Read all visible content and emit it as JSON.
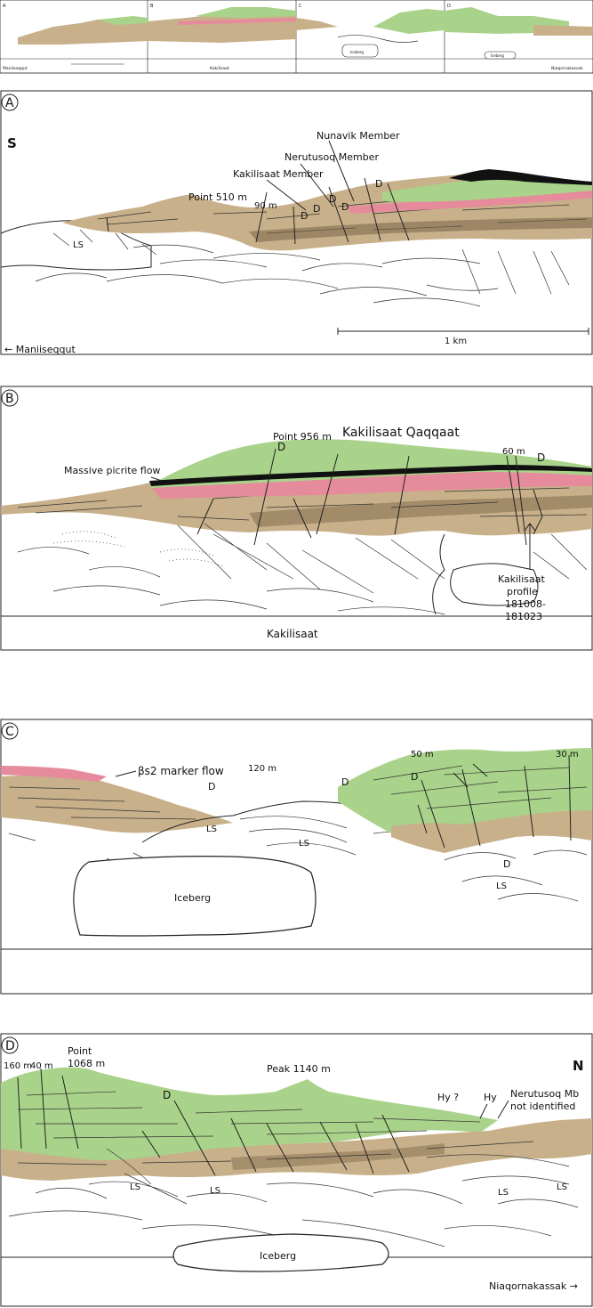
{
  "colors": {
    "sediment": "#c8b08a",
    "sediment_dark": "#a98c62",
    "pink": "#e58b9c",
    "green": "#a9d38a",
    "black": "#111111",
    "frame": "#222222"
  },
  "overview": {
    "strip_letters": [
      "A",
      "B",
      "C",
      "D"
    ],
    "left_direction": "Maniiseqqut",
    "right_direction": "Niaqornakassak",
    "mid_label_b": "Kakilisaat",
    "mid_label_c": "Iceberg",
    "mid_label_d": "Iceberg"
  },
  "panels": {
    "A": {
      "letter": "A",
      "compass": "S",
      "labels": {
        "nunavik": "Nunavik Member",
        "nerutusoq": "Nerutusoq Member",
        "kakilisaat": "Kakilisaat Member",
        "point": "Point 510 m",
        "offset": "90 m",
        "ls": "LS",
        "dyke1": "D",
        "dyke2": "D",
        "dyke3": "D",
        "dyke4": "D",
        "dyke5": "D"
      },
      "direction": "← Maniiseqqut",
      "scalebar": "1 km"
    },
    "B": {
      "letter": "B",
      "labels": {
        "title": "Kakilisaat Qaqqaat",
        "point": "Point 956 m",
        "massive": "Massive picrite flow",
        "offset": "60 m",
        "dyke1": "D",
        "dyke2": "D",
        "profile": [
          "Kakilisaat",
          "profile",
          "181008-",
          "181023"
        ]
      },
      "bottom": "Kakilisaat"
    },
    "C": {
      "letter": "C",
      "labels": {
        "marker": "βs2 marker flow",
        "offset120": "120 m",
        "offset50": "50 m",
        "offset30": "30 m",
        "ls1": "LS",
        "ls2": "LS",
        "ls3": "LS",
        "iceberg": "Iceberg",
        "dyke1": "D",
        "dyke2": "D",
        "dyke3": "D",
        "dyke4": "D"
      }
    },
    "D": {
      "letter": "D",
      "compass": "N",
      "labels": {
        "offset160": "160 m",
        "offset40": "40 m",
        "point": [
          "Point",
          "1068 m"
        ],
        "peak": "Peak 1140 m",
        "hyq": "Hy ?",
        "hy": "Hy",
        "nerutusoq": [
          "Nerutusoq Mb",
          "not identified"
        ],
        "ls1": "LS",
        "ls2": "LS",
        "ls3": "LS",
        "ls4": "LS",
        "iceberg": "Iceberg",
        "dyke": "D"
      },
      "direction": "Niaqornakassak →"
    }
  }
}
